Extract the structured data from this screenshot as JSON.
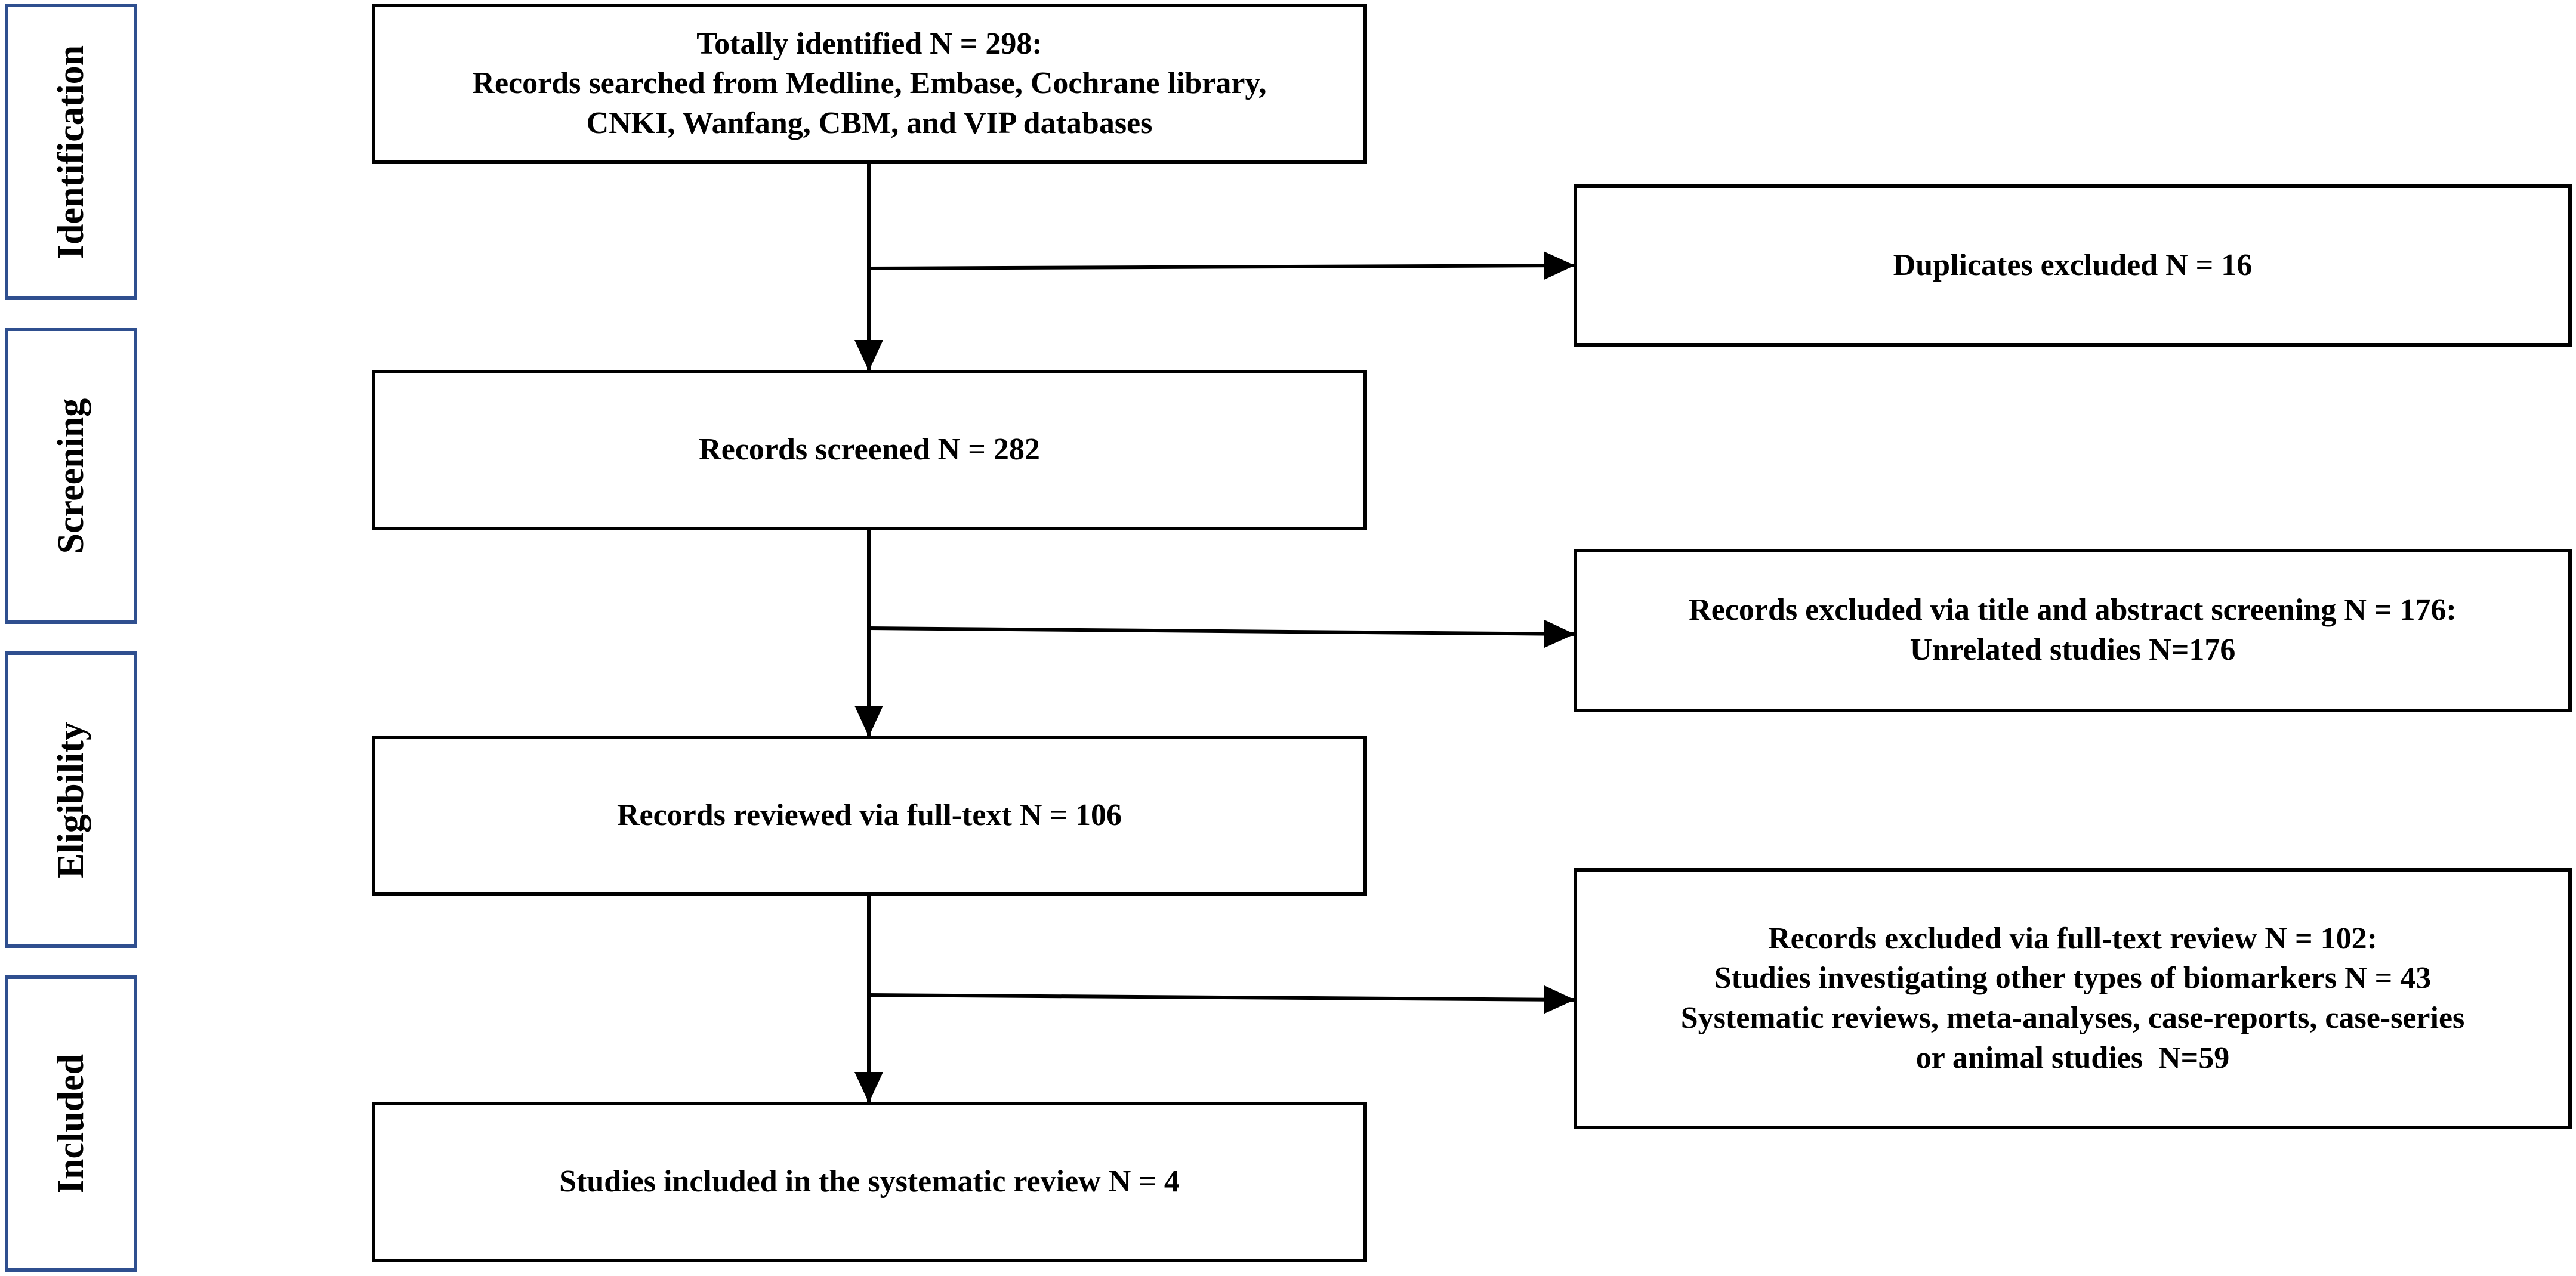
{
  "stages": [
    {
      "id": "identification",
      "label": "Identification"
    },
    {
      "id": "screening",
      "label": "Screening"
    },
    {
      "id": "eligibility",
      "label": "Eligibility"
    },
    {
      "id": "included",
      "label": "Included"
    }
  ],
  "main_boxes": {
    "identified": {
      "lines": [
        "Totally identified N = 298:",
        "Records searched from Medline, Embase, Cochrane library,",
        "CNKI, Wanfang, CBM, and VIP databases"
      ]
    },
    "screened": {
      "lines": [
        "Records screened N = 282"
      ]
    },
    "reviewed": {
      "lines": [
        "Records reviewed via full-text N = 106"
      ]
    },
    "included": {
      "lines": [
        "Studies included in the systematic review N = 4"
      ]
    }
  },
  "exclusion_boxes": {
    "duplicates": {
      "lines": [
        "Duplicates excluded N = 16"
      ]
    },
    "title_abstract": {
      "lines": [
        "Records excluded via title and abstract screening N = 176:",
        "Unrelated studies N=176"
      ]
    },
    "full_text": {
      "lines": [
        "Records excluded via full-text review N = 102:",
        "Studies investigating other types of biomarkers N = 43",
        "Systematic reviews, meta-analyses, case-reports, case-series",
        "or animal studies  N=59"
      ]
    }
  }
}
